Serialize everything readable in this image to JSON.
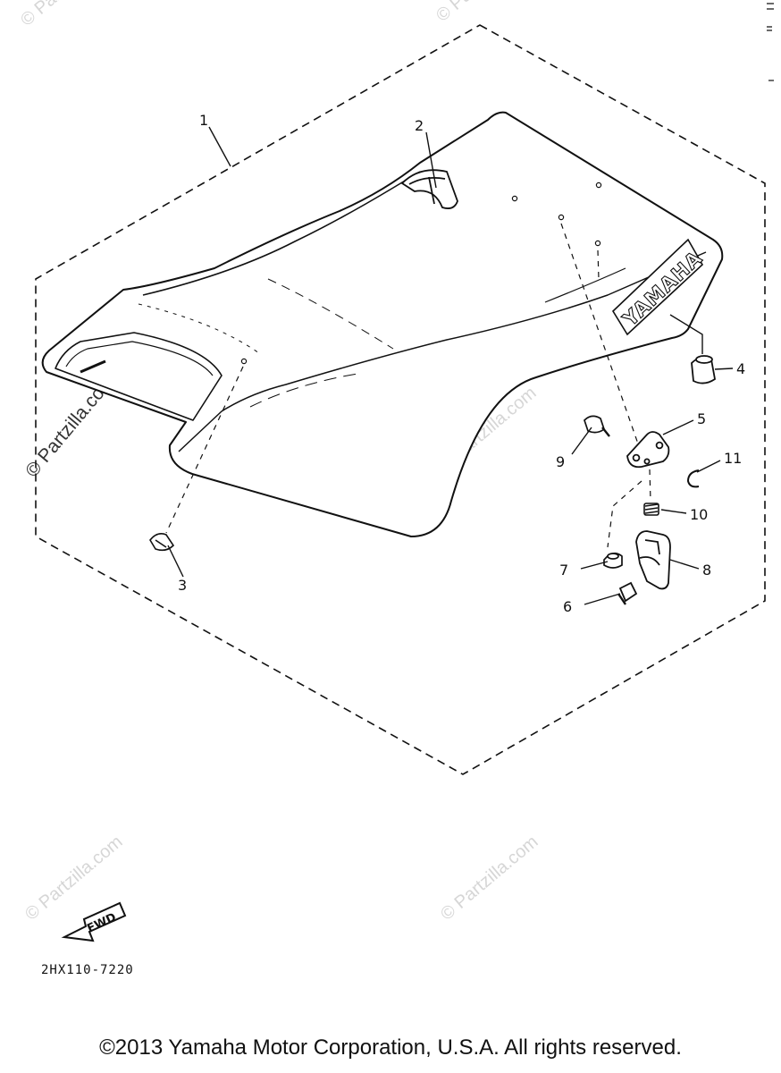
{
  "callouts": {
    "c1": "1",
    "c2": "2",
    "c3": "3",
    "c4": "4",
    "c5": "5",
    "c6": "6",
    "c7": "7",
    "c8": "8",
    "c9": "9",
    "c10": "10",
    "c11": "11"
  },
  "seat_brand": "YAMAHA",
  "watermark": "© Partzilla.com",
  "fwd_label": "FWD",
  "diagram_code": "2HX110-7220",
  "copyright": "©2013  Yamaha Motor Corporation, U.S.A. All rights reserved.",
  "colors": {
    "ink": "#111111",
    "watermark": "#d6d6d6",
    "background": "#ffffff"
  }
}
